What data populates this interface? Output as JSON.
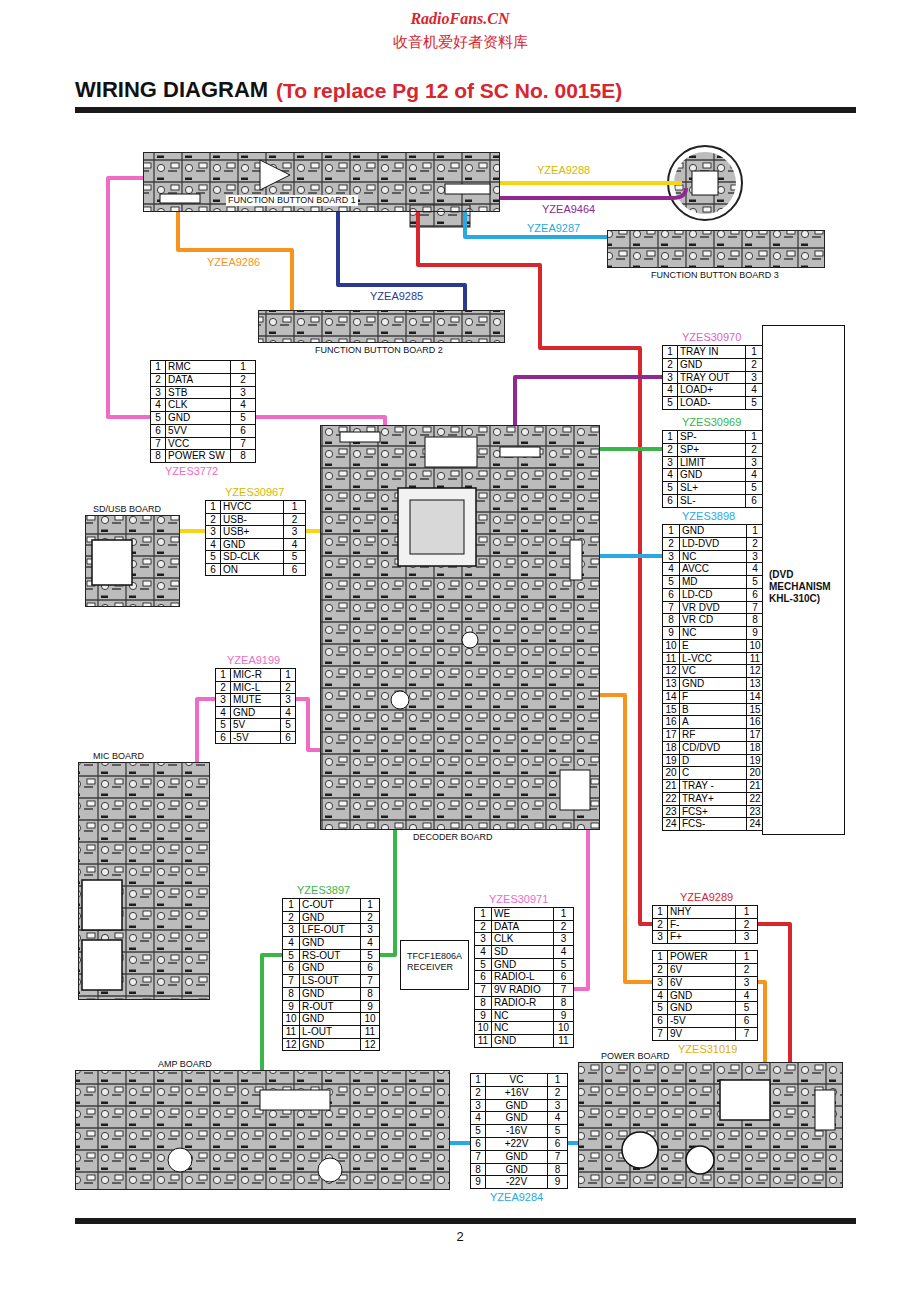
{
  "diagram": {
    "title": "WIRING DIAGRAM",
    "nodes": [
      {
        "text": [
          "FUNCTION BUTTON BOARD 1"
        ]
      },
      {
        "text": [
          "FUNCTION BUTTON BOARD 3"
        ]
      },
      {
        "text": [
          "FUNCTION BUTTON BOARD 2"
        ]
      },
      {
        "text": [
          "YZES3772",
          "1",
          "RMC",
          "1",
          "2",
          "DATA",
          "2",
          "3",
          "STB",
          "3",
          "4",
          "CLK",
          "4",
          "5",
          "GND",
          "5",
          "6",
          "5VV",
          "6",
          "7",
          "VCC",
          "7",
          "8",
          "POWER SW",
          "8"
        ]
      },
      {
        "text": [
          "YZES30970",
          "1",
          "TRAY IN",
          "1",
          "2",
          "GND",
          "2",
          "3",
          "TRAY OUT",
          "3",
          "4",
          "LOAD+",
          "4",
          "5",
          "LOAD-",
          "5"
        ]
      },
      {
        "text": [
          "YZES30969",
          "1",
          "SP-",
          "1",
          "2",
          "SP+",
          "2",
          "3",
          "LIMIT",
          "3",
          "4",
          "GND",
          "4",
          "5",
          "SL+",
          "5",
          "6",
          "SL-",
          "6"
        ]
      },
      {
        "text": [
          "SD/USB BOARD"
        ]
      },
      {
        "text": [
          "YZES30967",
          "1",
          "HVCC",
          "1",
          "2",
          "USB-",
          "2",
          "3",
          "USB+",
          "3",
          "4",
          "GND",
          "4",
          "5",
          "SD-CLK",
          "5",
          "6",
          "ON",
          "6"
        ]
      },
      {
        "text": [
          "DECODER BOARD"
        ]
      },
      {
        "text": [
          "YZES3898",
          "1",
          "GND",
          "1",
          "2",
          "LD-DVD",
          "2",
          "3",
          "NC",
          "3",
          "4",
          "AVCC",
          "4",
          "5",
          "MD",
          "5",
          "6",
          "LD-CD",
          "6",
          "7",
          "VR DVD",
          "7",
          "8",
          "VR CD",
          "8",
          "9",
          "NC",
          "9",
          "10",
          "E",
          "10",
          "11",
          "L-VCC",
          "11",
          "12",
          "VC",
          "12",
          "13",
          "GND",
          "13",
          "14",
          "F",
          "14",
          "15",
          "B",
          "15",
          "16",
          "A",
          "16",
          "17",
          "RF",
          "17",
          "18",
          "CD/DVD",
          "18",
          "19",
          "D",
          "19",
          "20",
          "C",
          "20",
          "21",
          "TRAY -",
          "21",
          "22",
          "TRAY+",
          "22",
          "23",
          "FCS+",
          "23",
          "24",
          "FCS-",
          "24"
        ]
      },
      {
        "text": [
          "(DVD MECHANISM KHL-310C)"
        ]
      },
      {
        "text": [
          "YZEA9199",
          "1",
          "MIC-R",
          "1",
          "2",
          "MIC-L",
          "2",
          "3",
          "MUTE",
          "3",
          "4",
          "GND",
          "4",
          "5",
          "5V",
          "5",
          "6",
          "-5V",
          "6"
        ]
      },
      {
        "text": [
          "MIC BOARD"
        ]
      },
      {
        "text": [
          "YZEA9289",
          "1",
          "NHY",
          "1",
          "2",
          "F-",
          "2",
          "3",
          "F+",
          "3"
        ]
      },
      {
        "text": [
          "YZES3897",
          "1",
          "C-OUT",
          "1",
          "2",
          "GND",
          "2",
          "3",
          "LFE-OUT",
          "3",
          "4",
          "GND",
          "4",
          "5",
          "RS-OUT",
          "5",
          "6",
          "GND",
          "6",
          "7",
          "LS-OUT",
          "7",
          "8",
          "GND",
          "8",
          "9",
          "R-OUT",
          "9",
          "10",
          "GND",
          "10",
          "11",
          "L-OUT",
          "11",
          "12",
          "GND",
          "12"
        ]
      },
      {
        "text": [
          "TFCF1E806A RECEIVER"
        ]
      },
      {
        "text": [
          "YZES30971",
          "1",
          "WE",
          "1",
          "2",
          "DATA",
          "2",
          "3",
          "CLK",
          "3",
          "4",
          "SD",
          "4",
          "5",
          "GND",
          "5",
          "6",
          "RADIO-L",
          "6",
          "7",
          "9V RADIO",
          "7",
          "8",
          "RADIO-R",
          "8",
          "9",
          "NC",
          "9",
          "10",
          "NC",
          "10",
          "11",
          "GND",
          "11"
        ]
      },
      {
        "text": [
          "YZES31019",
          "1",
          "POWER",
          "1",
          "2",
          "6V",
          "2",
          "3",
          "6V",
          "3",
          "4",
          "GND",
          "4",
          "5",
          "GND",
          "5",
          "6",
          "-5V",
          "6",
          "7",
          "9V",
          "7"
        ]
      },
      {
        "text": [
          "AMP BOARD"
        ]
      },
      {
        "text": [
          "YZEA9284",
          "1",
          "VC",
          "1",
          "2",
          "+16V",
          "2",
          "3",
          "GND",
          "3",
          "4",
          "GND",
          "4",
          "5",
          "-16V",
          "5",
          "6",
          "+22V",
          "6",
          "7",
          "GND",
          "7",
          "8",
          "GND",
          "8",
          "9",
          "-22V",
          "9"
        ]
      },
      {
        "text": [
          "POWER BOARD"
        ]
      }
    ],
    "edges": [
      {
        "from": 0,
        "to": 1,
        "label": "YZEA9287",
        "arrow": "none"
      },
      {
        "from": 0,
        "to": 2,
        "label": "YZEA9286",
        "arrow": "none"
      },
      {
        "from": 0,
        "to": 2,
        "label": "YZEA9285",
        "arrow": "none"
      },
      {
        "from": 0,
        "to": 13,
        "arrow": "none"
      },
      {
        "from": 0,
        "to": 3,
        "arrow": "none"
      },
      {
        "from": 3,
        "to": 8,
        "arrow": "none"
      },
      {
        "from": 4,
        "to": 8,
        "arrow": "none"
      },
      {
        "from": 5,
        "to": 8,
        "arrow": "none"
      },
      {
        "from": 9,
        "to": 8,
        "arrow": "none"
      },
      {
        "from": 6,
        "to": 7,
        "arrow": "none"
      },
      {
        "from": 7,
        "to": 8,
        "arrow": "none"
      },
      {
        "from": 12,
        "to": 11,
        "arrow": "none"
      },
      {
        "from": 11,
        "to": 8,
        "arrow": "none"
      },
      {
        "from": 8,
        "to": 14,
        "arrow": "none"
      },
      {
        "from": 14,
        "to": 18,
        "arrow": "none"
      },
      {
        "from": 8,
        "to": 16,
        "arrow": "none"
      },
      {
        "from": 8,
        "to": 17,
        "arrow": "none"
      },
      {
        "from": 17,
        "to": 20,
        "arrow": "none"
      },
      {
        "from": 13,
        "to": 20,
        "arrow": "none"
      },
      {
        "from": 18,
        "to": 19,
        "arrow": "none"
      },
      {
        "from": 19,
        "to": 20,
        "arrow": "none"
      }
    ],
    "labels": [
      "RadioFans.CN",
      "收音机爱好者资料库",
      "(To replace Pg 12 of SC No. 0015E)",
      "YZEA9288",
      "YZEA9464",
      "2"
    ]
  }
}
